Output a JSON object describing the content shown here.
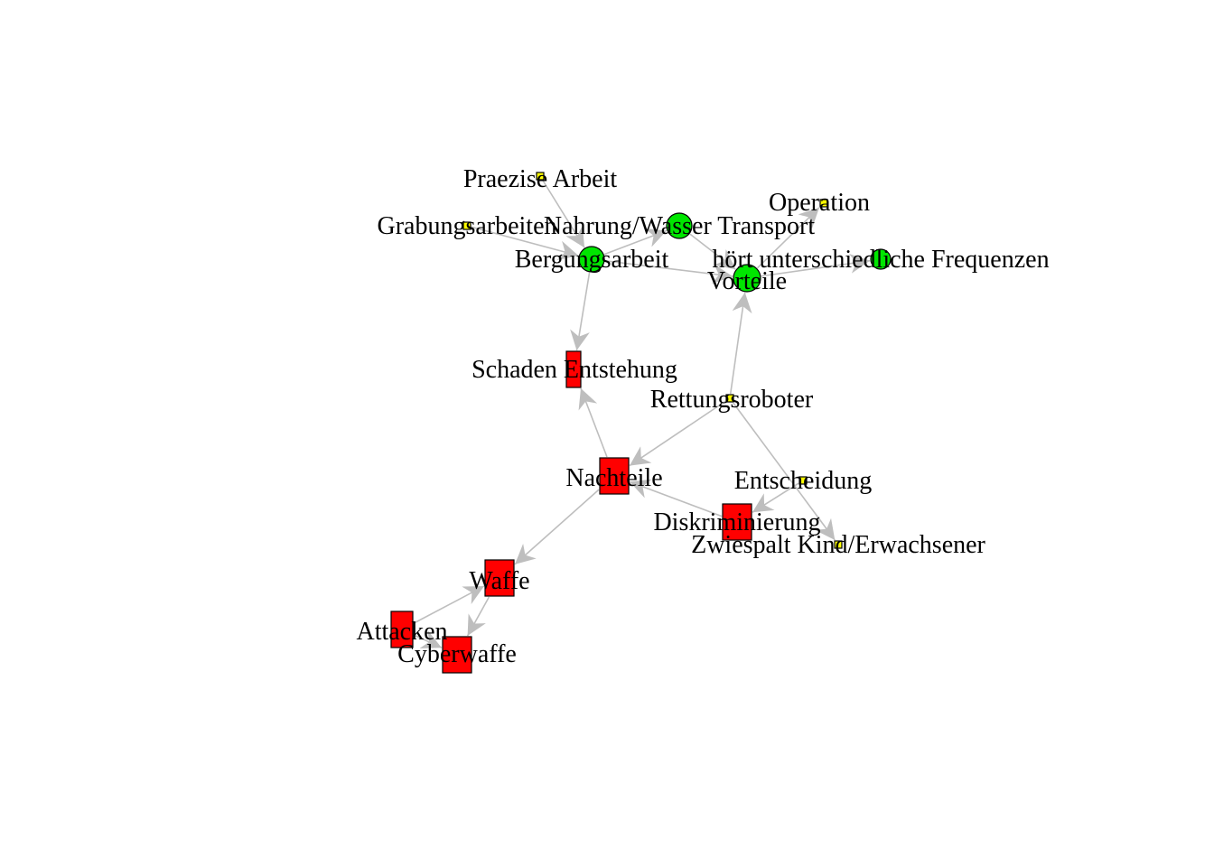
{
  "colors": {
    "positive": "#00e600",
    "negative": "#ff0000",
    "neutral": "#ffff00",
    "edge": "#bebebe",
    "outline": "#000000",
    "label": "#000000"
  },
  "nodes": [
    {
      "id": "praezise",
      "label": "Praezise Arbeit",
      "group": "neutral"
    },
    {
      "id": "grabung",
      "label": "Grabungsarbeiten",
      "group": "neutral"
    },
    {
      "id": "nahrung",
      "label": "Nahrung/Wasser Transport",
      "group": "positive"
    },
    {
      "id": "operation",
      "label": "Operation",
      "group": "neutral"
    },
    {
      "id": "bergung",
      "label": "Bergungsarbeit",
      "group": "positive"
    },
    {
      "id": "frequenzen",
      "label": "hört unterschiedliche Frequenzen",
      "group": "positive"
    },
    {
      "id": "vorteile",
      "label": "Vorteile",
      "group": "positive"
    },
    {
      "id": "schaden",
      "label": "Schaden Entstehung",
      "group": "negative"
    },
    {
      "id": "rettung",
      "label": "Rettungsroboter",
      "group": "neutral"
    },
    {
      "id": "nachteile",
      "label": "Nachteile",
      "group": "negative"
    },
    {
      "id": "entscheidung",
      "label": "Entscheidung",
      "group": "neutral"
    },
    {
      "id": "diskriminierung",
      "label": "Diskriminierung",
      "group": "negative"
    },
    {
      "id": "zwiespalt",
      "label": "Zwiespalt Kind/Erwachsener",
      "group": "neutral"
    },
    {
      "id": "waffe",
      "label": "Waffe",
      "group": "negative"
    },
    {
      "id": "attacken",
      "label": "Attacken",
      "group": "negative"
    },
    {
      "id": "cyberwaffe",
      "label": "Cyberwaffe",
      "group": "negative"
    }
  ],
  "edges": [
    {
      "from": "praezise",
      "to": "bergung"
    },
    {
      "from": "grabung",
      "to": "bergung"
    },
    {
      "from": "bergung",
      "to": "nahrung"
    },
    {
      "from": "nahrung",
      "to": "vorteile"
    },
    {
      "from": "vorteile",
      "to": "operation"
    },
    {
      "from": "vorteile",
      "to": "frequenzen"
    },
    {
      "from": "bergung",
      "to": "vorteile"
    },
    {
      "from": "bergung",
      "to": "schaden"
    },
    {
      "from": "rettung",
      "to": "vorteile"
    },
    {
      "from": "rettung",
      "to": "nachteile"
    },
    {
      "from": "rettung",
      "to": "zwiespalt"
    },
    {
      "from": "nachteile",
      "to": "schaden"
    },
    {
      "from": "nachteile",
      "to": "waffe"
    },
    {
      "from": "entscheidung",
      "to": "diskriminierung"
    },
    {
      "from": "diskriminierung",
      "to": "nachteile"
    },
    {
      "from": "attacken",
      "to": "waffe"
    },
    {
      "from": "waffe",
      "to": "cyberwaffe"
    },
    {
      "from": "attacken",
      "to": "cyberwaffe"
    }
  ]
}
